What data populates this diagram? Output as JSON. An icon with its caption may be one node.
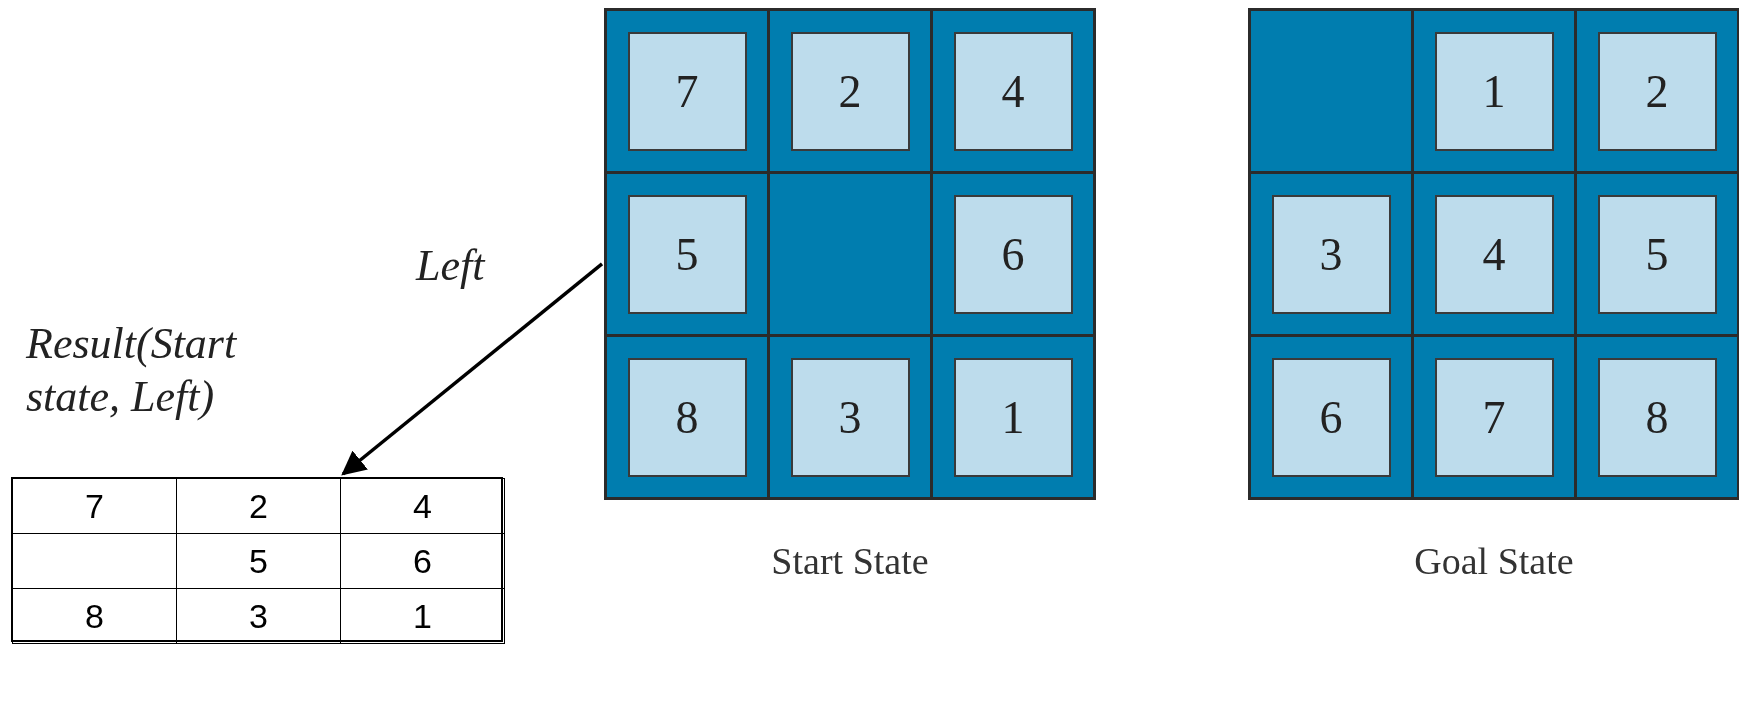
{
  "diagram": {
    "nodes": [
      {
        "text": [],
        "shape": "box",
        "beside": [
          "Start State"
        ]
      },
      {
        "text": [
          "7"
        ],
        "in": 0
      },
      {
        "text": [
          "2"
        ],
        "in": 0
      },
      {
        "text": [
          "4"
        ],
        "in": 0
      },
      {
        "text": [
          "5"
        ],
        "in": 0
      },
      {
        "text": [
          "6"
        ],
        "in": 0
      },
      {
        "text": [
          "8"
        ],
        "in": 0
      },
      {
        "text": [
          "3"
        ],
        "in": 0
      },
      {
        "text": [
          "1"
        ],
        "in": 0
      },
      {
        "text": [],
        "shape": "box",
        "beside": [
          "Goal State"
        ]
      },
      {
        "text": [
          "1"
        ],
        "in": 9
      },
      {
        "text": [
          "2"
        ],
        "in": 9
      },
      {
        "text": [
          "3"
        ],
        "in": 9
      },
      {
        "text": [
          "4"
        ],
        "in": 9
      },
      {
        "text": [
          "5"
        ],
        "in": 9
      },
      {
        "text": [
          "6"
        ],
        "in": 9
      },
      {
        "text": [
          "7"
        ],
        "in": 9
      },
      {
        "text": [
          "8"
        ],
        "in": 9
      },
      {
        "text": [],
        "shape": "box",
        "beside": [
          "Result(Start state, Left)"
        ]
      }
    ],
    "edges": [
      {
        "from": 0,
        "to": 18,
        "arrow": "to",
        "label": "Left"
      }
    ],
    "labels": [
      "7",
      "2",
      "4",
      "5",
      "6",
      "8",
      "3",
      "1"
    ]
  }
}
